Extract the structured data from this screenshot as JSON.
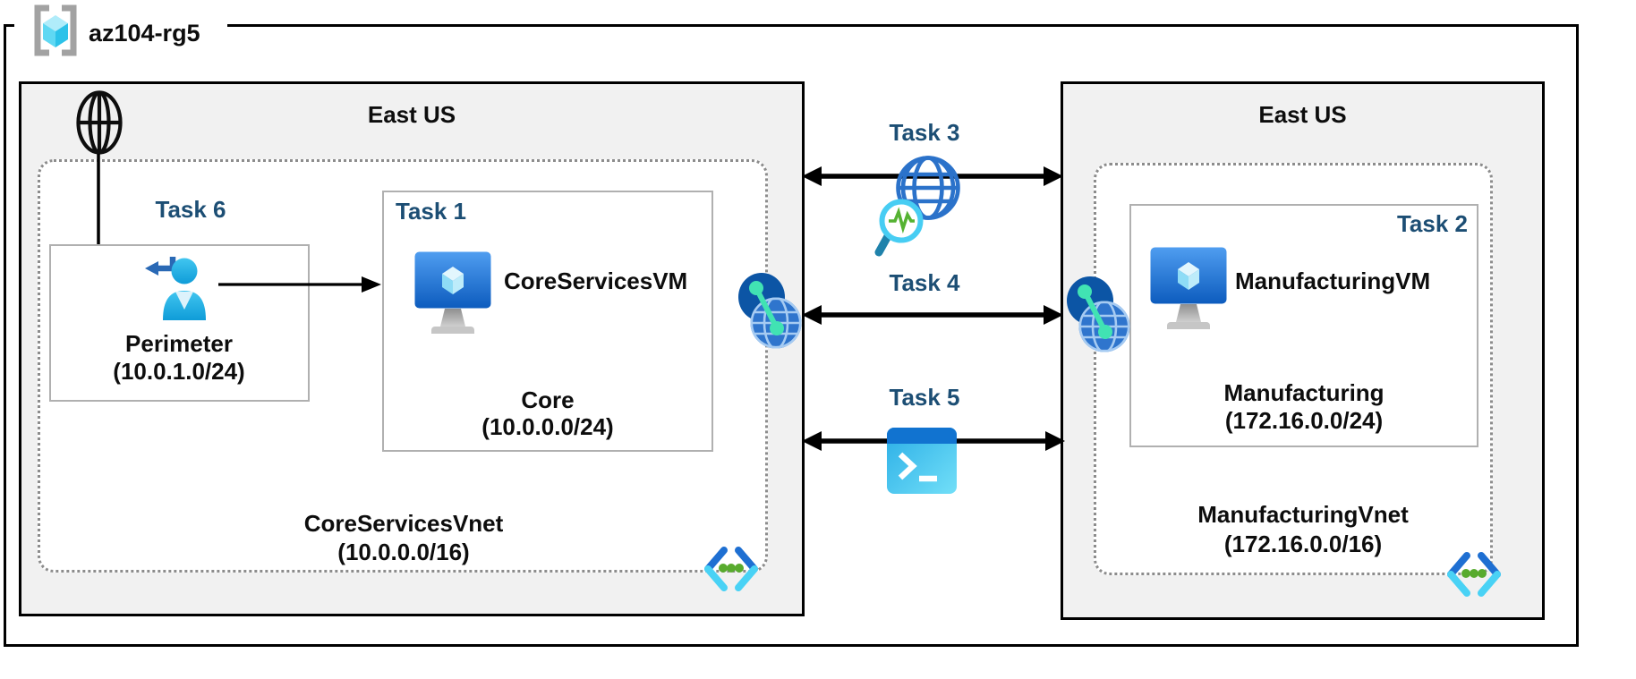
{
  "resource_group": "az104-rg5",
  "left_region": {
    "title": "East US",
    "task6": "Task 6",
    "perimeter_name": "Perimeter",
    "perimeter_cidr": "(10.0.1.0/24)",
    "task1": "Task 1",
    "core_vm": "CoreServicesVM",
    "core_name": "Core",
    "core_cidr": "(10.0.0.0/24)",
    "vnet_name": "CoreServicesVnet",
    "vnet_cidr": "(10.0.0.0/16)"
  },
  "right_region": {
    "title": "East US",
    "task2": "Task 2",
    "vm": "ManufacturingVM",
    "subnet_name": "Manufacturing",
    "subnet_cidr": "(172.16.0.0/24)",
    "vnet_name": "ManufacturingVnet",
    "vnet_cidr": "(172.16.0.0/16)"
  },
  "connections": {
    "task3": "Task 3",
    "task4": "Task 4",
    "task5": "Task 5"
  },
  "icons": {
    "resource_group": "resource-group-icon",
    "internet": "internet-globe-icon",
    "guest_user": "guest-user-icon",
    "virtual_machine": "virtual-machine-icon",
    "vnet_peering": "vnet-peering-icon",
    "network_watcher": "network-watcher-icon",
    "cloud_shell": "cloud-shell-icon",
    "virtual_network": "virtual-network-icon"
  },
  "colors": {
    "task_label": "#1c4e74",
    "region_bg": "#f1f1f1",
    "region_border": "#000000",
    "subnet_box_border": "#b0b0b0",
    "vnet_dotted_border": "#8c8c8c",
    "arrow": "#000000",
    "azure_blue": "#2f75cd",
    "azure_cyan": "#49d2f5",
    "green": "#58ab2e",
    "mint": "#41e3b3"
  }
}
